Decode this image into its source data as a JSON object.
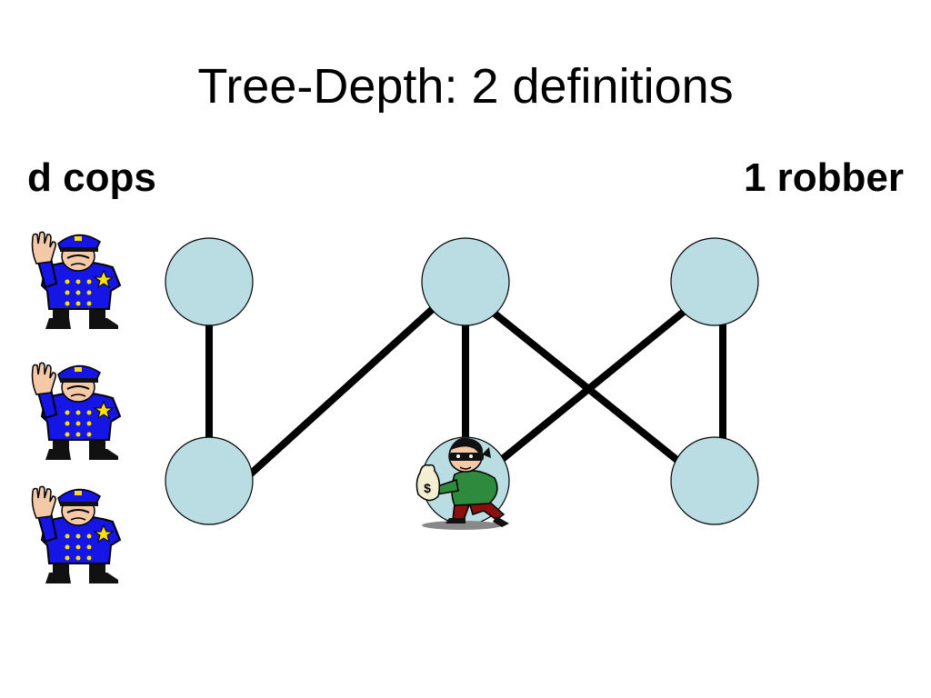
{
  "slide": {
    "title": "Tree-Depth: 2 definitions",
    "left_label": "d cops",
    "right_label": "1 robber"
  },
  "graph": {
    "node_fill": "#b9dde3",
    "node_stroke": "#000000",
    "edge_color": "#000000",
    "nodes": [
      "top-left",
      "top-middle",
      "top-right",
      "bottom-left",
      "bottom-middle",
      "bottom-right"
    ],
    "edges": [
      [
        "top-left",
        "bottom-left"
      ],
      [
        "bottom-left",
        "top-middle"
      ],
      [
        "top-middle",
        "bottom-middle"
      ],
      [
        "top-middle",
        "bottom-right"
      ],
      [
        "top-right",
        "bottom-middle"
      ],
      [
        "top-right",
        "bottom-right"
      ]
    ]
  },
  "cops": {
    "count": 3,
    "icon": "police-officer-icon",
    "uniform_color": "#1515e6",
    "badge_color": "#ffe000"
  },
  "robber": {
    "icon": "robber-icon",
    "on_node": "bottom-middle",
    "shirt_color": "#2e8b3e",
    "pants_color": "#8a1010",
    "bag_symbol": "$"
  }
}
